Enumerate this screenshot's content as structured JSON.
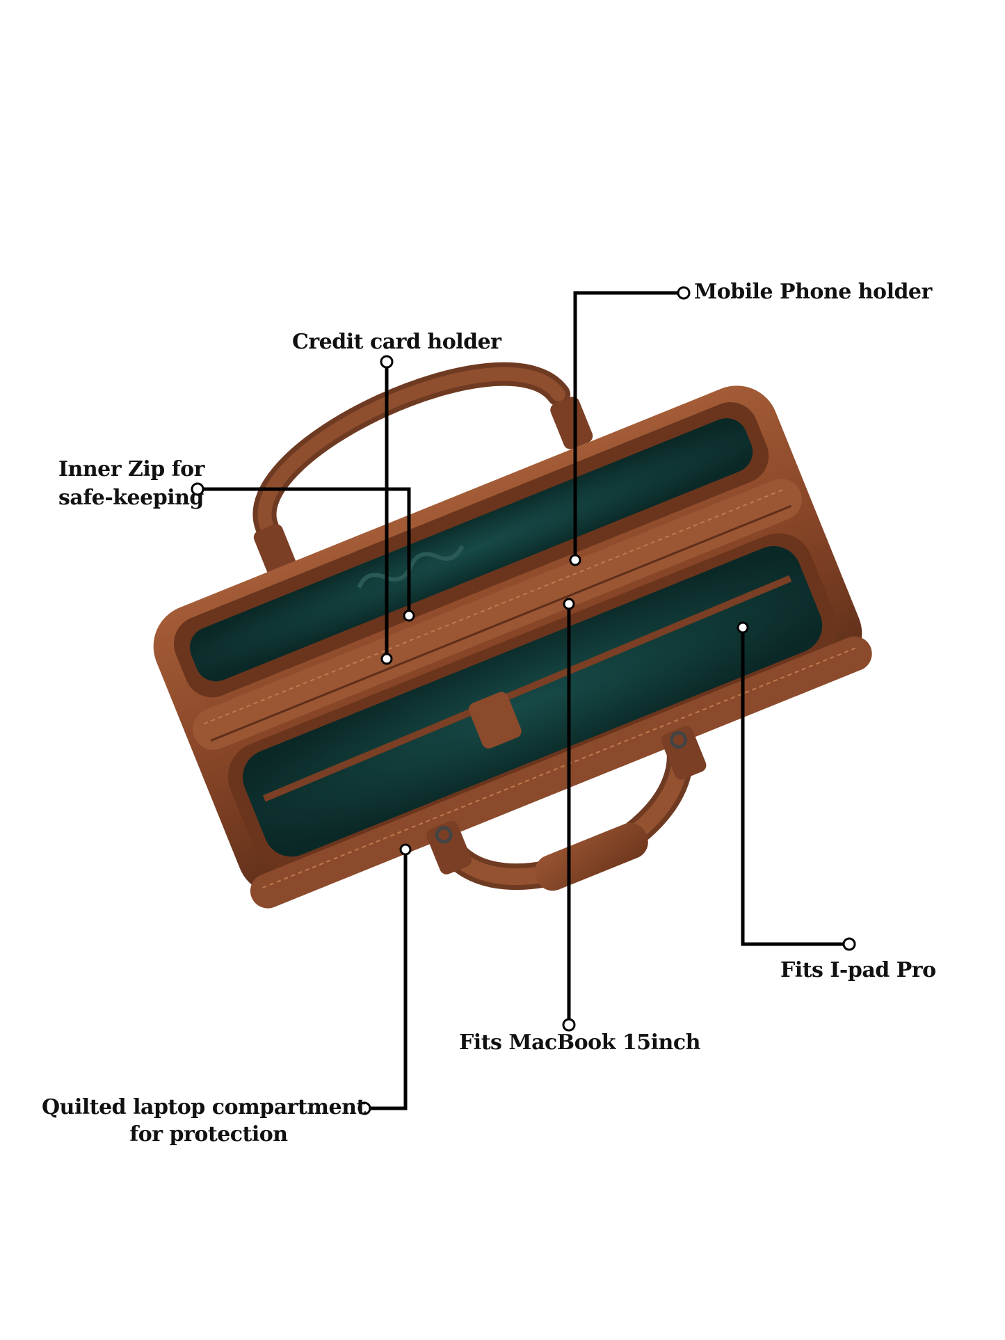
{
  "colors": {
    "background": "#ffffff",
    "leather": "#8a4a2b",
    "leather_dark": "#5e2f1a",
    "leather_light": "#a8623c",
    "lining": "#123e3c",
    "lining_dark": "#0a2826",
    "callout_line": "#000000",
    "text": "#111111"
  },
  "callouts": {
    "mobile_phone_holder": "Mobile Phone holder",
    "credit_card_holder": "Credit card holder",
    "inner_zip_line1": "Inner Zip for",
    "inner_zip_line2": "safe-keeping",
    "fits_ipad_pro": "Fits I-pad Pro",
    "fits_macbook": "Fits MacBook 15inch",
    "quilted_line1": "Quilted laptop compartment",
    "quilted_line2": "for protection"
  }
}
